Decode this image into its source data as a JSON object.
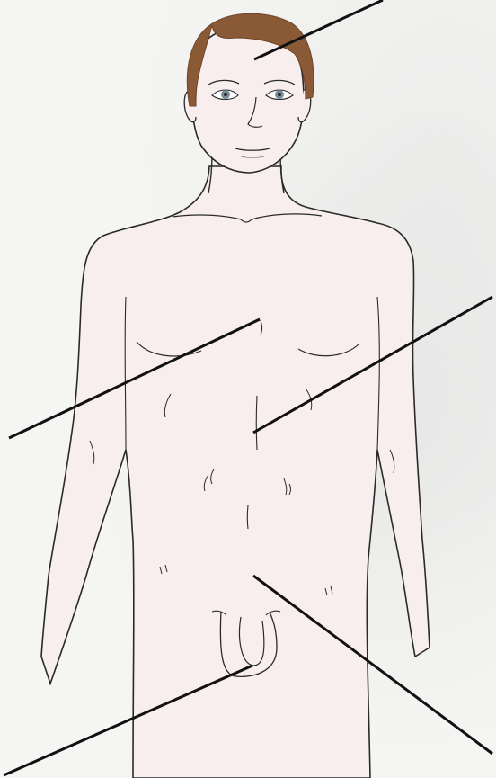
{
  "figure": {
    "subject": "male-body-front-view",
    "colors": {
      "skin": "#f9eeee",
      "hair": "#8a5a36",
      "hair_shadow": "#6e4428",
      "outline": "#2a2a2a",
      "leader_line": "#111111",
      "background": "#f5f5f3",
      "iris": "#7a8a99"
    },
    "labels": [],
    "leader_lines": [
      {
        "name": "head-leader-line"
      },
      {
        "name": "chest-leader-line"
      },
      {
        "name": "upper-abdomen-leader-line"
      },
      {
        "name": "lower-abdomen-leader-line"
      },
      {
        "name": "genital-leader-line"
      }
    ]
  }
}
